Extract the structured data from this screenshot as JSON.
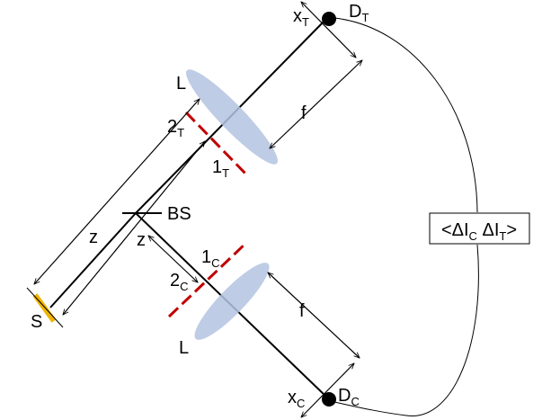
{
  "labels": {
    "source": "S",
    "beam_splitter": "BS",
    "lens_test": "L",
    "lens_control": "L",
    "focal_test": "f",
    "focal_control": "f",
    "distance_z_long": "z",
    "distance_z_short": "z",
    "plane2_test": {
      "main": "2",
      "sub": "T"
    },
    "plane1_test": {
      "main": "1",
      "sub": "T"
    },
    "plane1_control": {
      "main": "1",
      "sub": "C"
    },
    "plane2_control": {
      "main": "2",
      "sub": "C"
    },
    "detector_test": {
      "main": "D",
      "sub": "T"
    },
    "detector_control": {
      "main": "D",
      "sub": "C"
    },
    "coord_test": {
      "main": "x",
      "sub": "T"
    },
    "coord_control": {
      "main": "x",
      "sub": "C"
    },
    "correlator": {
      "open": "<ΔI",
      "c": "C",
      "mid": " ΔI",
      "t": "T",
      "close": ">"
    }
  },
  "colors": {
    "beam": "#000000",
    "aperture": "#c00000",
    "lens": "#b4c3e0",
    "source": "#f0b400"
  }
}
